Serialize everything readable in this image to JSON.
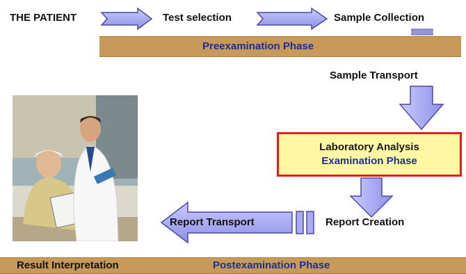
{
  "flow": {
    "patient_label": "THE PATIENT",
    "test_selection_label": "Test selection",
    "sample_collection_label": "Sample Collection",
    "sample_transport_label": "Sample Transport",
    "lab_box": {
      "line1": "Laboratory Analysis",
      "line2": "Examination Phase"
    },
    "report_creation_label": "Report Creation",
    "report_transport_label": "Report Transport",
    "result_interpretation_label": "Result Interpretation"
  },
  "phases": {
    "pre": "Preexamination Phase",
    "post": "Postexamination Phase"
  },
  "colors": {
    "band": "#c89a5a",
    "arrow_fill": "#a9aaf0",
    "arrow_stroke": "#4a4aa0",
    "phase_text": "#1c2f99",
    "lab_border": "#e21b1b",
    "lab_fill": "#fff7a1"
  },
  "image": {
    "description_icon": "doctor-patient-photo"
  }
}
